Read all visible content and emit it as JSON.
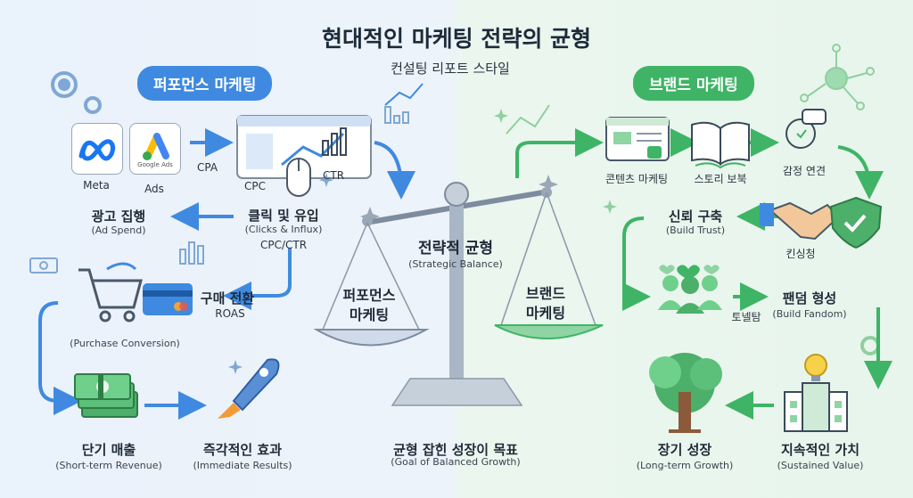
{
  "header": {
    "title": "현대적인 마케팅 전략의 균형",
    "subtitle": "컨설팅 리포트 스타일"
  },
  "left": {
    "pill": "퍼포먼스 마케팅",
    "meta": "Meta",
    "ads": "Ads",
    "google_ads": "Google Ads",
    "cpa": "CPA",
    "cpc": "CPC",
    "ctr": "CTR",
    "ad_spend": "광고 집행",
    "ad_spend_en": "(Ad Spend)",
    "clicks": "클릭 및 유입",
    "clicks_en": "(Clicks & Influx)",
    "cpc_ctr": "CPC/CTR",
    "purchase": "구매 전환",
    "roas": "ROAS",
    "purchase_en": "(Purchase Conversion)",
    "revenue": "단기 매출",
    "revenue_en": "(Short-term Revenue)",
    "immediate": "즉각적인 효과",
    "immediate_en": "(Immediate Results)"
  },
  "center": {
    "balance": "전략적 균형",
    "balance_en": "(Strategic Balance)",
    "left_pan_1": "퍼포먼스",
    "left_pan_2": "마케팅",
    "right_pan_1": "브랜드",
    "right_pan_2": "마케팅",
    "goal": "균형 잡힌 성장이 목표",
    "goal_en": "(Goal of Balanced Growth)"
  },
  "right": {
    "pill": "브랜드 마케팅",
    "content": "콘텐츠 마케팅",
    "story": "스토리 보북",
    "emotion": "감정 연견",
    "trust": "신뢰 구축",
    "trust_en": "(Build Trust)",
    "kinship": "킨싱청",
    "fandom": "팬덤 형성",
    "fandom_en": "(Build Fandom)",
    "tonelam": "토넬탐",
    "growth": "장기 성장",
    "growth_en": "(Long-term Growth)",
    "value": "지속적인 가치",
    "value_en": "(Sustained Value)"
  },
  "colors": {
    "blue": "#3f8ae0",
    "green": "#3fb466",
    "scale": "#7d8c9e"
  }
}
